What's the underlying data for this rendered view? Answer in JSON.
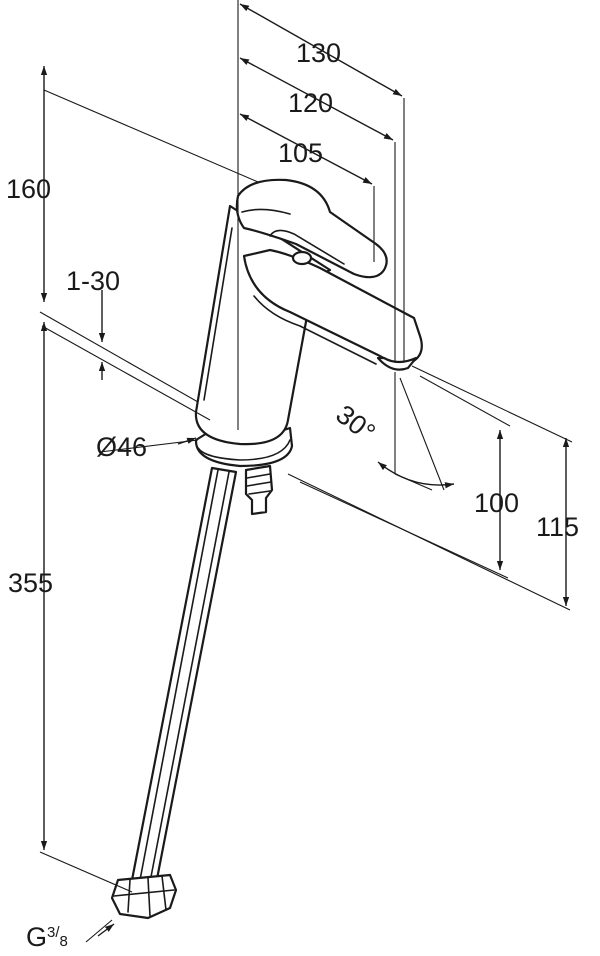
{
  "dimensions": {
    "width_130": "130",
    "width_120": "120",
    "width_105": "105",
    "height_160": "160",
    "range_1_30": "1-30",
    "diameter_46": "Ø46",
    "angle_30": "30°",
    "height_100": "100",
    "height_115": "115",
    "length_355": "355",
    "thread_prefix": "G",
    "thread_num": "3",
    "thread_den": "8"
  }
}
